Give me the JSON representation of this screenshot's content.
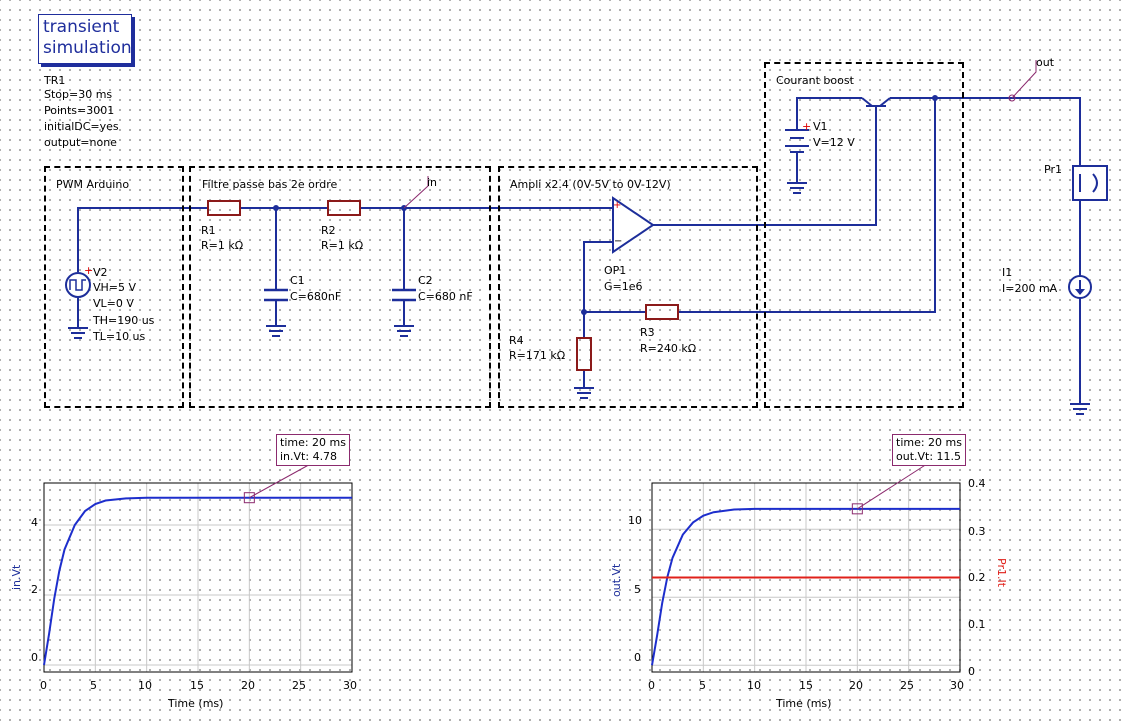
{
  "sim": {
    "button_label": "transient\nsimulation",
    "tr_name": "TR1",
    "tr_stop": "Stop=30 ms",
    "tr_points": "Points=3001",
    "tr_initdc": "initialDC=yes",
    "tr_output": "output=none"
  },
  "blocks": {
    "pwm": "PWM Arduino",
    "filter": "Filtre passe bas 2e ordre",
    "ampli": "Ampli x2.4 (0V-5V to 0V-12V)",
    "boost": "Courant boost"
  },
  "components": {
    "v2_name": "V2",
    "v2_vh": "VH=5 V",
    "v2_vl": "VL=0 V",
    "v2_th": "TH=190 us",
    "v2_tl": "TL=10 us",
    "r1_name": "R1",
    "r1_val": "R=1 kΩ",
    "r2_name": "R2",
    "r2_val": "R=1 kΩ",
    "c1_name": "C1",
    "c1_val": "C=680nF",
    "c2_name": "C2",
    "c2_val": "C=680 nF",
    "op1_name": "OP1",
    "op1_val": "G=1e6",
    "r4_name": "R4",
    "r4_val": "R=171 kΩ",
    "r3_name": "R3",
    "r3_val": "R=240 kΩ",
    "v1_name": "V1",
    "v1_val": "V=12 V",
    "pr1_name": "Pr1",
    "i1_name": "I1",
    "i1_val": "I=200 mA",
    "in_label": "in",
    "out_label": "out"
  },
  "colors": {
    "wire": "#1d2e9a",
    "plot_blue": "#1d2ecc",
    "plot_red": "#e0201a",
    "grid": "#c8c8c8",
    "marker": "#8b2a6e"
  },
  "chart_data": [
    {
      "type": "line",
      "xlabel": "Time (ms)",
      "ylabel": "in.Vt",
      "xlim": [
        0,
        30
      ],
      "ylim": [
        -0.2,
        5.2
      ],
      "xticks": [
        "0",
        "5",
        "10",
        "15",
        "20",
        "25",
        "30"
      ],
      "yticks": [
        "0",
        "2",
        "4"
      ],
      "series": [
        {
          "name": "in.Vt",
          "x": [
            0,
            0.5,
            1,
            1.5,
            2,
            3,
            4,
            5,
            6,
            8,
            10,
            15,
            20,
            25,
            30
          ],
          "values": [
            0,
            0.9,
            1.9,
            2.7,
            3.3,
            4.0,
            4.4,
            4.6,
            4.7,
            4.76,
            4.78,
            4.78,
            4.78,
            4.78,
            4.78
          ]
        }
      ],
      "marker": {
        "text": "time: 20 ms\nin.Vt: 4.78",
        "x": 20,
        "y": 4.78
      }
    },
    {
      "type": "line",
      "xlabel": "Time (ms)",
      "ylabel": "out.Vt",
      "y2label": "Pr1.It",
      "xlim": [
        0,
        30
      ],
      "ylim": [
        -0.5,
        13.4
      ],
      "y2lim": [
        0,
        0.4
      ],
      "xticks": [
        "0",
        "5",
        "10",
        "15",
        "20",
        "25",
        "30"
      ],
      "yticks": [
        "0",
        "5",
        "10"
      ],
      "y2ticks": [
        "0",
        "0.1",
        "0.2",
        "0.3",
        "0.4"
      ],
      "series": [
        {
          "name": "out.Vt",
          "axis": "y",
          "x": [
            0,
            0.5,
            1,
            1.5,
            2,
            3,
            4,
            5,
            6,
            8,
            10,
            15,
            20,
            25,
            30
          ],
          "values": [
            0,
            2.2,
            4.6,
            6.5,
            7.9,
            9.6,
            10.5,
            11.0,
            11.25,
            11.45,
            11.5,
            11.5,
            11.5,
            11.5,
            11.5
          ]
        },
        {
          "name": "Pr1.It",
          "axis": "y2",
          "x": [
            0,
            30
          ],
          "values": [
            0.2,
            0.2
          ]
        }
      ],
      "marker": {
        "text": "time: 20 ms\nout.Vt: 11.5",
        "x": 20,
        "y": 11.5
      }
    }
  ]
}
